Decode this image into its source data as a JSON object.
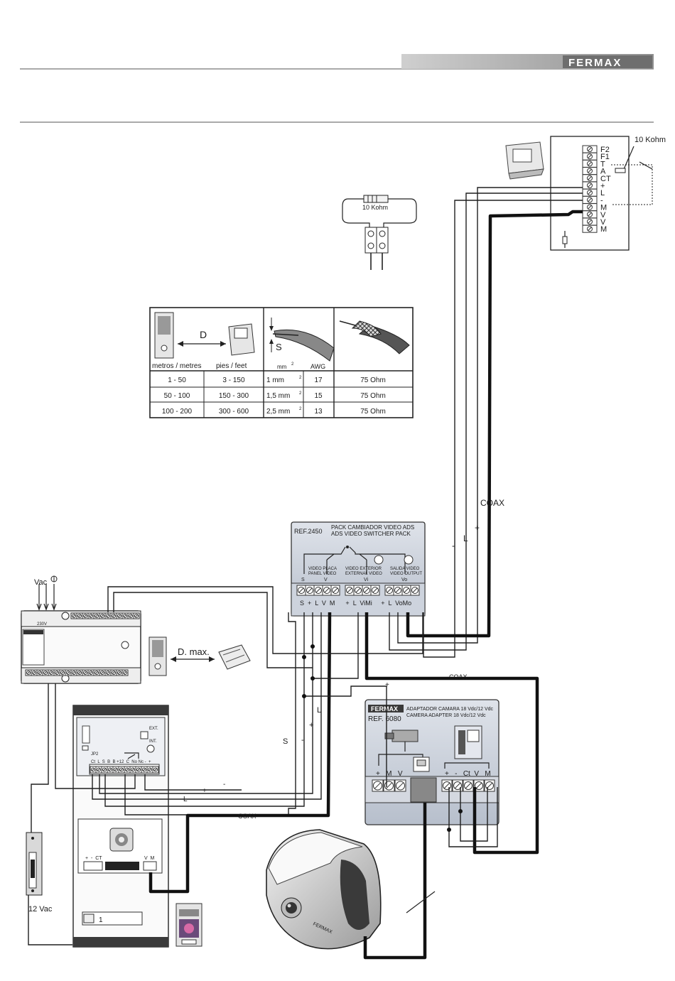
{
  "header": {
    "brand": "FERMAX"
  },
  "monitor_terminal": {
    "resistor_label": "10 Kohm",
    "terminals": [
      "F2",
      "F1",
      "T",
      "A",
      "CT",
      "+",
      "L",
      "-",
      "M",
      "V",
      "V",
      "M"
    ]
  },
  "resistor_detail": {
    "label": "10 Kohm"
  },
  "cable_table": {
    "distance_symbol": "D",
    "section_symbol": "S",
    "headers": [
      "metros / metres",
      "pies / feet",
      "mm",
      "AWG",
      ""
    ],
    "rows": [
      {
        "metres": "1 - 50",
        "feet": "3  -  150",
        "mm2": "1     mm",
        "awg": "17",
        "coax": "75 Ohm"
      },
      {
        "metres": "50 - 100",
        "feet": "150  -  300",
        "mm2": "1,5   mm",
        "awg": "15",
        "coax": "75 Ohm"
      },
      {
        "metres": "100 - 200",
        "feet": "300  -  600",
        "mm2": "2,5   mm",
        "awg": "13",
        "coax": "75 Ohm"
      }
    ],
    "superscript": "2"
  },
  "switcher": {
    "ref": "REF.2450",
    "title_es": "PACK CAMBIADOR VIDEO ADS",
    "title_en": "ADS VIDEO SWITCHER PACK",
    "in1": "VIDEO PLACA\nPANEL VIDEO",
    "in1_a": "VIDEO PLACA",
    "in1_b": "PANEL VIDEO",
    "in2_a": "VIDEO EXTERIOR",
    "in2_b": "EXTERNAL VIDEO",
    "out_a": "SALIDA VIDEO",
    "out_b": "VIDEO OUTPUT",
    "sub_labels": [
      "S",
      "V",
      "Vi",
      "Vo"
    ],
    "terminals": "S  +  L  V  M      +  L  ViMi     +  L  VoMo"
  },
  "camera_adapter": {
    "brand": "FERMAX",
    "ref": "REF. 6080",
    "title_es": "ADAPTADOR CAMARA 18 Vdc/12 Vdc",
    "title_en": "CAMERA ADAPTER 18 Vdc/12 Vdc",
    "left_terminals": "+   M   V",
    "right_terminals": "+   -   Ct  V   M"
  },
  "power_supply": {
    "input_label": "Vac",
    "voltage": "230V"
  },
  "distance_label": "D. max.",
  "door_panel": {
    "jumper": "JP2",
    "ext": "EXT.",
    "int": "INT.",
    "terminals": "Ct  L  S  B  B +12  C  No Nc -  +",
    "amp_terminals": "+  -  CT",
    "video_terminals": "V  M",
    "button_number": "1"
  },
  "lock": {
    "voltage": "12 Vac"
  },
  "wire_labels": {
    "coax_monitor": "COAX",
    "coax_adapter": "COAX",
    "coax_panel": "COAX",
    "minus": "-",
    "L": "L",
    "plus": "+",
    "S": "S",
    "minus2": "-",
    "plus2": "+",
    "L2": "L",
    "plus_bus": "+",
    "minus_bus": "-",
    "L_bus": "L"
  },
  "camera": {
    "brand": "FERMAX"
  }
}
